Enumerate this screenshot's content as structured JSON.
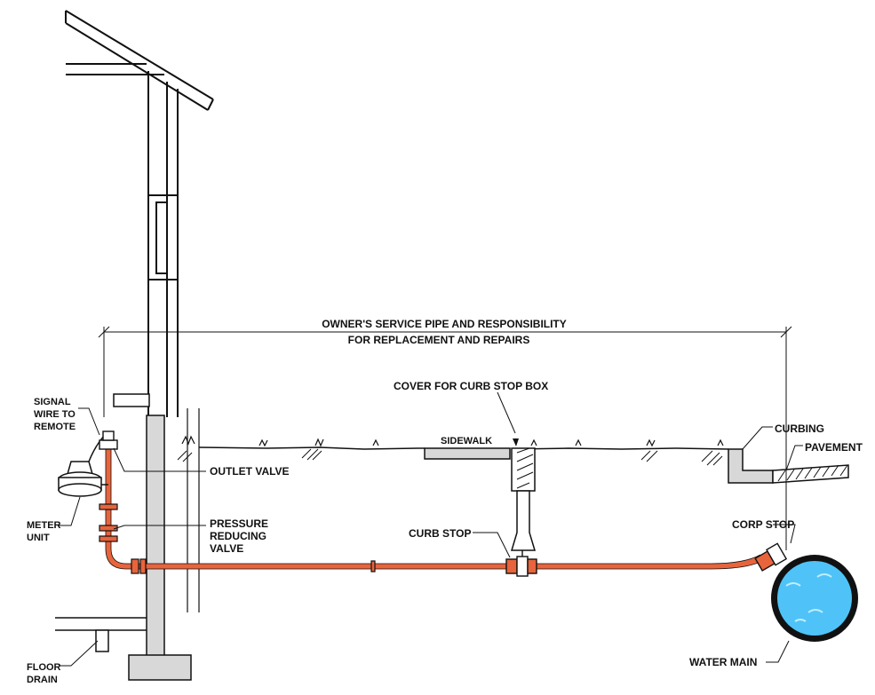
{
  "labels": {
    "owner_line1": "OWNER'S SERVICE PIPE AND RESPONSIBILITY",
    "owner_line2": "FOR REPLACEMENT AND REPAIRS",
    "cover": "COVER FOR CURB STOP BOX",
    "signal_1": "SIGNAL",
    "signal_2": "WIRE TO",
    "signal_3": "REMOTE",
    "meter_1": "METER",
    "meter_2": "UNIT",
    "outlet_valve": "OUTLET VALVE",
    "prv_1": "PRESSURE",
    "prv_2": "REDUCING",
    "prv_3": "VALVE",
    "sidewalk": "SIDEWALK",
    "curb_stop": "CURB STOP",
    "curbing": "CURBING",
    "pavement": "PAVEMENT",
    "corp_stop": "CORP STOP",
    "water_main": "WATER MAIN",
    "floor_1": "FLOOR",
    "floor_2": "DRAIN"
  },
  "colors": {
    "pipe": "#e8643c",
    "concrete": "#d8d8d8",
    "water": "#4fc3f7",
    "ink": "#111111"
  }
}
